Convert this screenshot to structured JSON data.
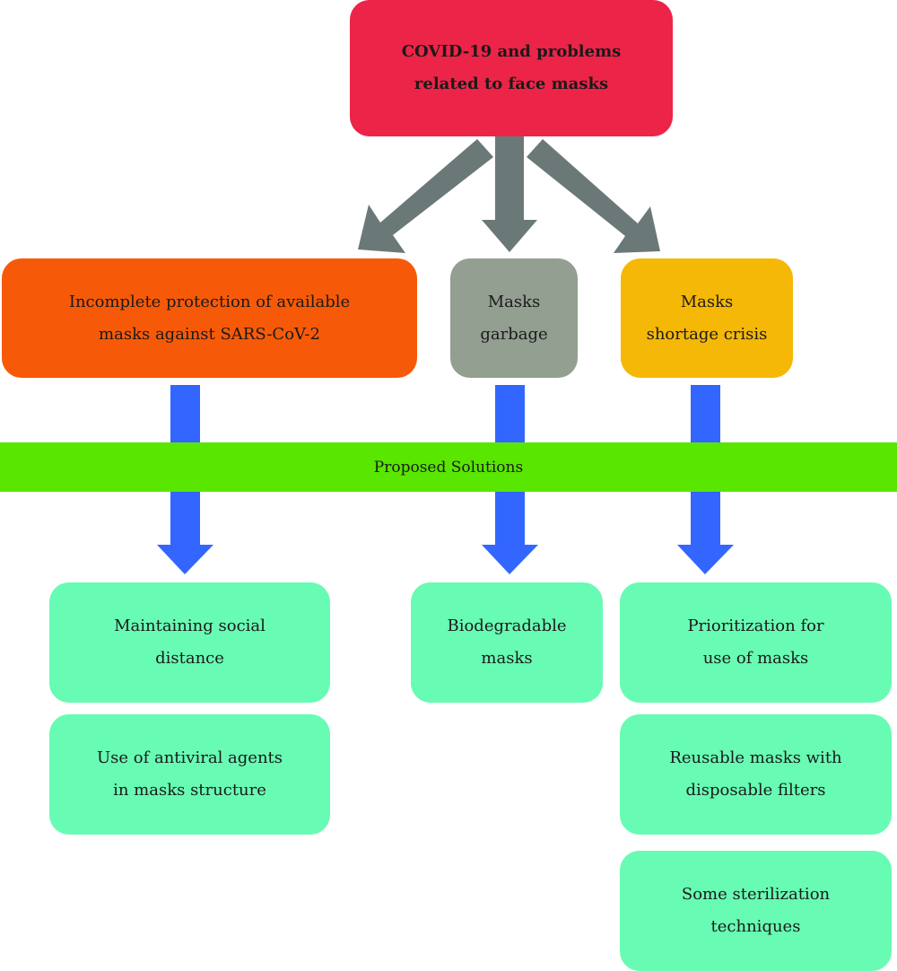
{
  "title": {
    "lines": [
      "COVID-19 and problems",
      "related to face masks"
    ]
  },
  "problems": [
    {
      "lines": [
        "Incomplete protection of available",
        "masks against SARS-CoV-2"
      ]
    },
    {
      "lines": [
        "Masks",
        "garbage"
      ]
    },
    {
      "lines": [
        "Masks",
        "shortage crisis"
      ]
    }
  ],
  "band_label": "Proposed Solutions",
  "solutions": [
    {
      "lines": [
        "Maintaining social",
        "distance"
      ]
    },
    {
      "lines": [
        "Use of antiviral agents",
        "in masks structure"
      ]
    },
    {
      "lines": [
        "Biodegradable",
        "masks"
      ]
    },
    {
      "lines": [
        "Prioritization for",
        "use of masks"
      ]
    },
    {
      "lines": [
        "Reusable masks with",
        "disposable filters"
      ]
    },
    {
      "lines": [
        "Some sterilization",
        "techniques"
      ]
    }
  ],
  "colors": {
    "title_box": "#ec2448",
    "problem_1": "#f65a08",
    "problem_2": "#939f91",
    "problem_3": "#f5b807",
    "solution_box": "#68fbb4",
    "band": "#59e600",
    "grey_arrow": "#6b7878",
    "blue_arrow": "#3366ff"
  }
}
